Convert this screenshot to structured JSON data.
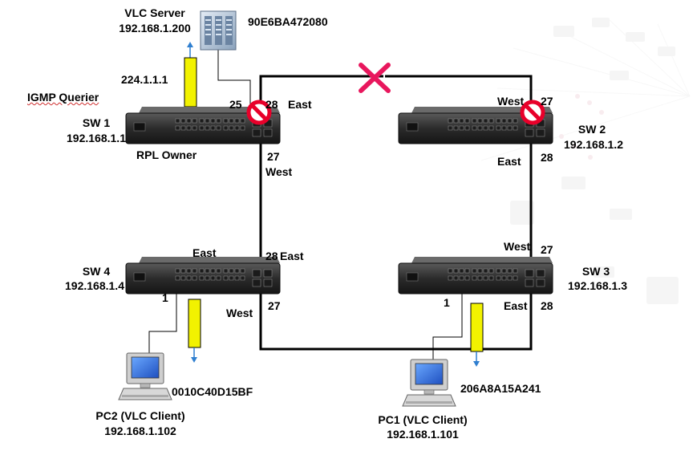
{
  "vlc_server": {
    "name": "VLC Server",
    "ip": "192.168.1.200",
    "mac": "90E6BA472080",
    "stream": "224.1.1.1"
  },
  "igmp_querier": "IGMP Querier",
  "sw1": {
    "name": "SW 1",
    "ip": "192.168.1.1",
    "role": "RPL Owner",
    "port_server": "25",
    "port_east": "28",
    "port_west": "27",
    "east": "East",
    "west": "West"
  },
  "sw2": {
    "name": "SW 2",
    "ip": "192.168.1.2",
    "port_west": "27",
    "port_east": "28",
    "west": "West",
    "east": "East"
  },
  "sw3": {
    "name": "SW 3",
    "ip": "192.168.1.3",
    "port_west": "27",
    "port_east": "28",
    "port_client": "1",
    "west": "West",
    "east": "East"
  },
  "sw4": {
    "name": "SW 4",
    "ip": "192.168.1.4",
    "port_east": "28",
    "port_west": "27",
    "port_client": "1",
    "west": "West",
    "east": "East"
  },
  "pc1": {
    "name": "PC1 (VLC Client)",
    "ip": "192.168.1.101",
    "mac": "206A8A15A241"
  },
  "pc2": {
    "name": "PC2 (VLC Client)",
    "ip": "192.168.1.102",
    "mac": "0010C40D15BF"
  },
  "colors": {
    "ring": "#000000",
    "stream": "#f2f200",
    "blocked": "#e8002a",
    "break_mark": "#e8175d",
    "arrow": "#2f7fd0"
  }
}
